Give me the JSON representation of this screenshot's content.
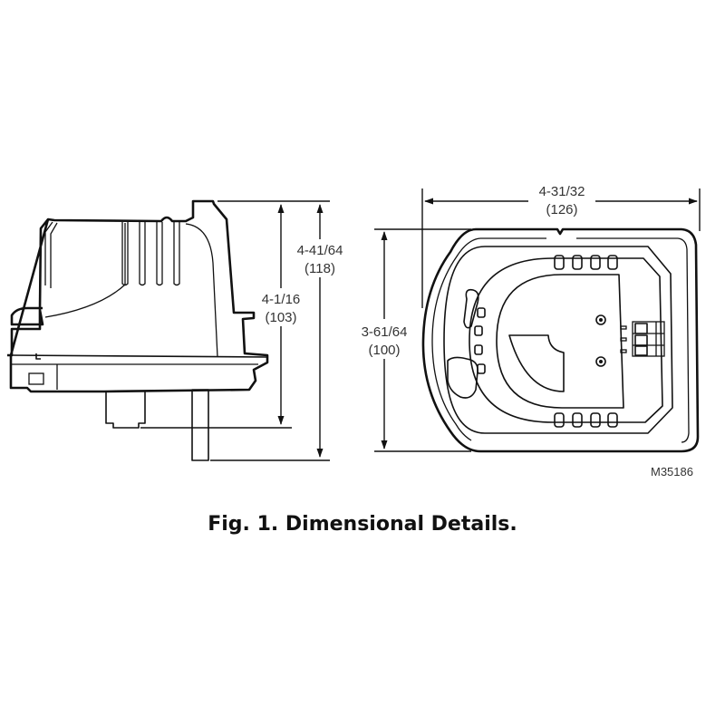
{
  "figure": {
    "caption": "Fig. 1. Dimensional Details.",
    "drawing_id": "M35186"
  },
  "side_view": {
    "body_height": {
      "imperial": "4-1/16",
      "metric": "(103)"
    },
    "overall_height": {
      "imperial": "4-41/64",
      "metric": "(118)"
    }
  },
  "top_view": {
    "width": {
      "imperial": "4-31/32",
      "metric": "(126)"
    },
    "depth": {
      "imperial": "3-61/64",
      "metric": "(100)"
    }
  }
}
